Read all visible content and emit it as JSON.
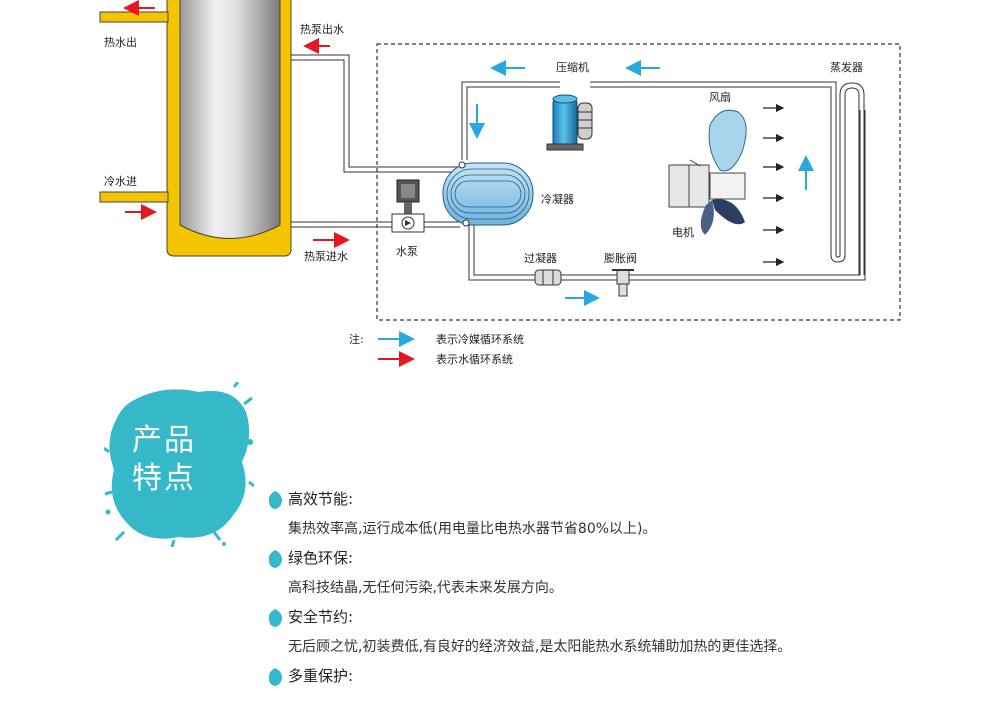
{
  "diagram": {
    "labels": {
      "hot_water_out": "热水出",
      "cold_water_in": "冷水进",
      "pump_water_out": "热泵出水",
      "pump_water_in": "热泵进水",
      "compressor": "压缩机",
      "evaporator": "蒸发器",
      "fan": "风扇",
      "condenser": "冷凝器",
      "motor": "电机",
      "water_pump": "水泵",
      "filter": "过凝器",
      "expansion_valve": "膨胀阀"
    },
    "legend": {
      "note": "注:",
      "refrigerant": "表示冷媒循环系统",
      "water": "表示水循环系统"
    },
    "colors": {
      "tank_yellow": "#f5c400",
      "refrigerant_arrow": "#29a8e0",
      "water_arrow": "#e5171f",
      "coil_blue": "#8fc7e8",
      "fan_blade": "#a8d5ec",
      "motor_blade": "#2c3e63"
    }
  },
  "badge": {
    "line1": "产品",
    "line2": "特点",
    "color": "#35b9c8"
  },
  "features": [
    {
      "title": "高效节能:",
      "desc": "集热效率高,运行成本低(用电量比电热水器节省80%以上)。"
    },
    {
      "title": "绿色环保:",
      "desc": "高科技结晶,无任何污染,代表未来发展方向。"
    },
    {
      "title": "安全节约:",
      "desc": "无后顾之忧,初装费低,有良好的经济效益,是太阳能热水系统辅助加热的更佳选择。"
    },
    {
      "title": "多重保护:",
      "desc": ""
    }
  ]
}
